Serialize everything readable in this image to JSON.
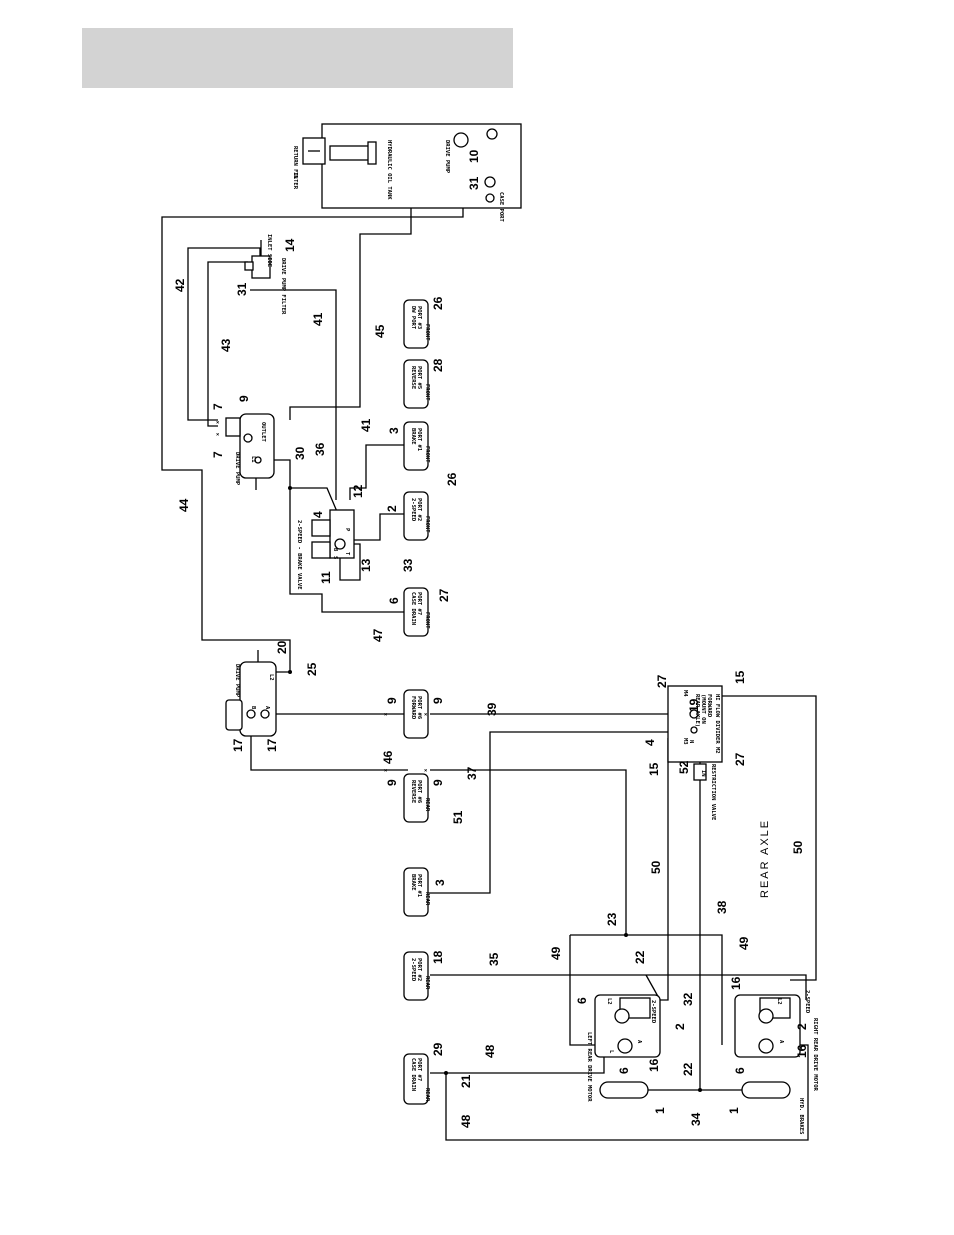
{
  "tank": {
    "title": "HYDRAULIC OIL TANK",
    "drive_pump": "DRIVE PUMP",
    "case_port": "CASE PORT",
    "return_filter": "RETURN FILTER",
    "in": "IN"
  },
  "filter_14": {
    "inlet": "INLET SIDE",
    "name": "DRIVE PUMP FILTER"
  },
  "front_ports": [
    {
      "line1": "PORT #3",
      "line2": "DW PORT",
      "line3": "FRONT"
    },
    {
      "line1": "PORT #5",
      "line2": "REVERSE",
      "line3": "FRONT"
    },
    {
      "line1": "PORT #1",
      "line2": "BRAKE",
      "line3": "FRONT"
    },
    {
      "line1": "PORT #2",
      "line2": "2-SPEED",
      "line3": "FRONT"
    },
    {
      "line1": "PORT #7",
      "line2": "CASE DRAIN",
      "line3": "FRONT"
    },
    {
      "line1": "PORT #6",
      "line2": "FORWARD",
      "line3": ""
    }
  ],
  "rear_ports": [
    {
      "line1": "PORT #6",
      "line2": "REVERSE",
      "line3": "REAR"
    },
    {
      "line1": "PORT #1",
      "line2": "BRAKE",
      "line3": "REAR"
    },
    {
      "line1": "PORT #2",
      "line2": "2-SPEED",
      "line3": "REAR"
    },
    {
      "line1": "PORT #7",
      "line2": "CASE DRAIN",
      "line3": "REAR"
    }
  ],
  "drive_pump_upper": {
    "title": "DRIVE PUMP",
    "outlet": "OUTLET",
    "l1": "L1"
  },
  "valve": {
    "title": "2-SPEED - BRAKE VALVE",
    "p": "P",
    "t": "T",
    "b": "B",
    "s": "S"
  },
  "drive_pump_lower": {
    "title": "DRIVE PUMP",
    "l2": "L2",
    "b": "B",
    "a": "A"
  },
  "flow_divider": {
    "line1": "FORWARD",
    "line2": "HI FLOW DIVIDER M2",
    "line3": "(MOUNT ON",
    "line4": "REAR AXLE)",
    "m4": "M4",
    "m3": "M3",
    "n": "N"
  },
  "restriction_valve": {
    "label": "RESTRICTION VALVE",
    "in": "IN"
  },
  "rear_axle": "REAR AXLE",
  "left_motor": {
    "name": "LEFT REAR DRIVE MOTOR",
    "speed": "2-SPEED",
    "l": "L",
    "a": "A",
    "l2": "L2"
  },
  "right_motor": {
    "name": "RIGHT REAR DRIVE MOTOR",
    "speed": "2-SPEED",
    "l": "L2",
    "a": "A"
  },
  "brakes": "HYD. BRAKES",
  "callouts": [
    "10",
    "31",
    "14",
    "31",
    "41",
    "45",
    "42",
    "43",
    "26",
    "28",
    "9",
    "7",
    "7",
    "3",
    "41",
    "36",
    "30",
    "12",
    "4",
    "26",
    "2",
    "11",
    "13",
    "33",
    "44",
    "6",
    "27",
    "47",
    "20",
    "25",
    "17",
    "17",
    "9",
    "9",
    "39",
    "46",
    "9",
    "9",
    "37",
    "51",
    "3",
    "27",
    "15",
    "19",
    "4",
    "15",
    "27",
    "52",
    "50",
    "38",
    "50",
    "23",
    "18",
    "35",
    "49",
    "49",
    "22",
    "6",
    "32",
    "2",
    "16",
    "2",
    "6",
    "16",
    "29",
    "48",
    "21",
    "48",
    "6",
    "22",
    "34",
    "1",
    "1",
    "16"
  ]
}
